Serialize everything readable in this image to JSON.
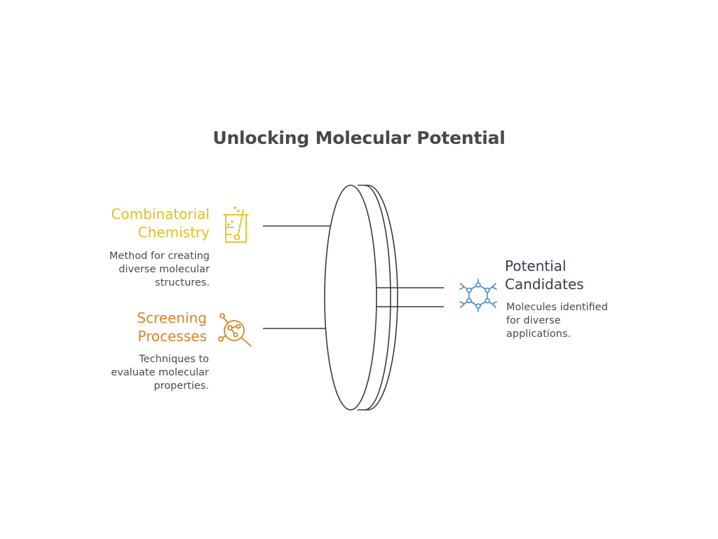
{
  "title": "Unlocking Molecular Potential",
  "inputs": [
    {
      "label": "Combinatorial\nChemistry",
      "description": "Method for creating\ndiverse molecular\nstructures.",
      "icon": "beaker-icon",
      "color": "#e0c11c"
    },
    {
      "label": "Screening\nProcesses",
      "description": "Techniques to\nevaluate molecular\nproperties.",
      "icon": "magnifier-molecule-icon",
      "color": "#dc8228"
    }
  ],
  "output": {
    "label": "Potential\nCandidates",
    "description": "Molecules identified\nfor diverse\napplications.",
    "icon": "molecule-ring-icon",
    "color": "#4a86d0"
  },
  "colors": {
    "line": "#3a3a3a",
    "title": "#484848",
    "text": "#4a4a4a"
  }
}
